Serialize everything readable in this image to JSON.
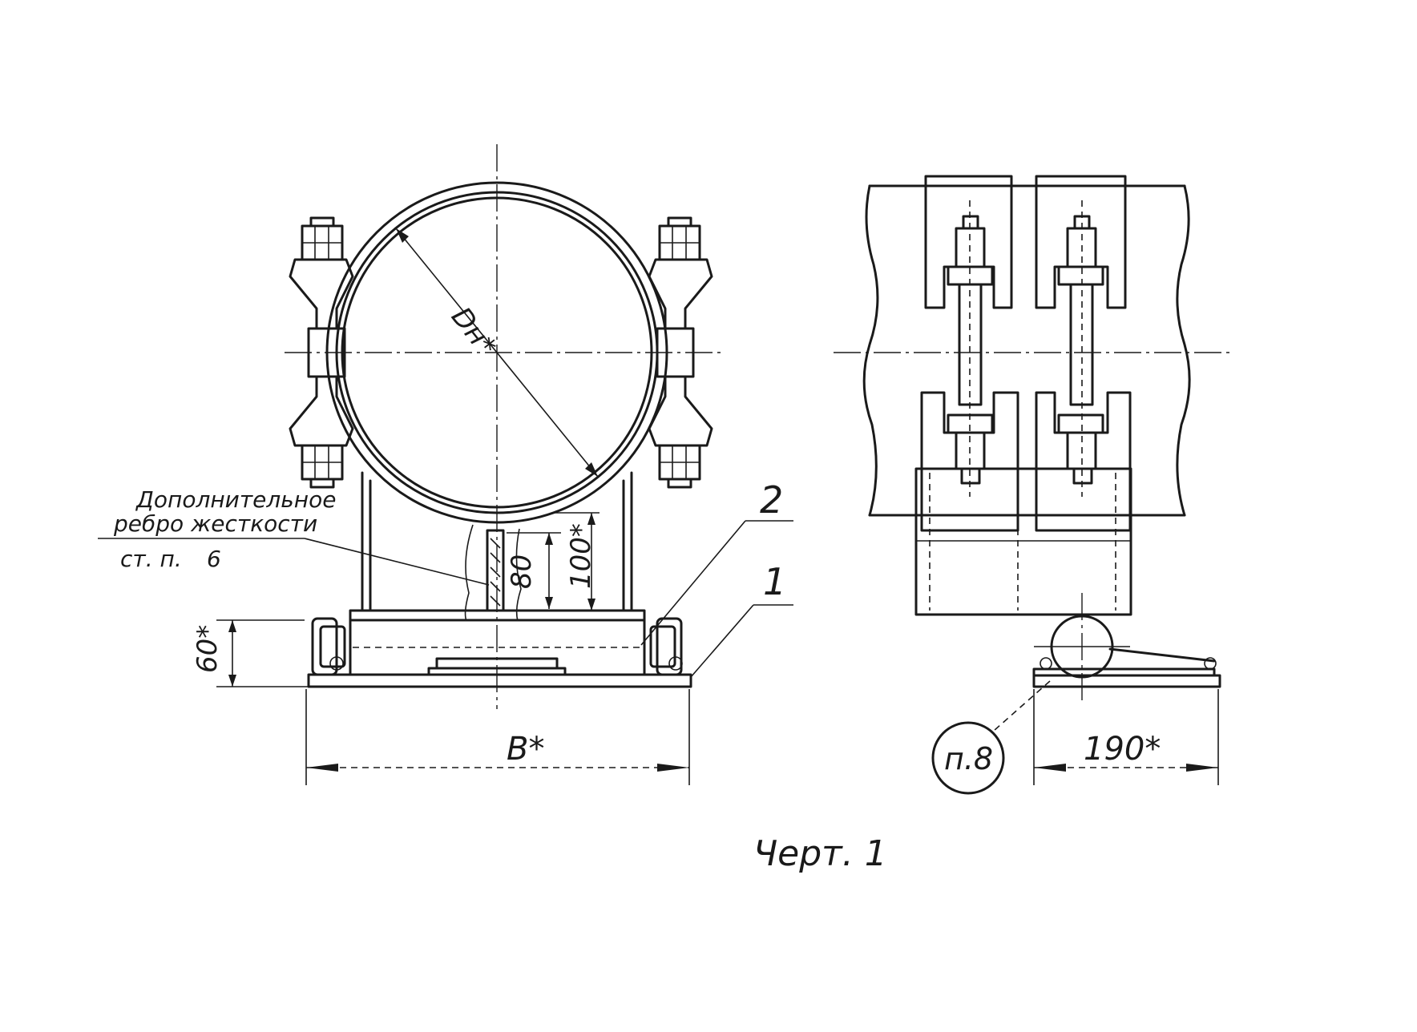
{
  "diagram": {
    "caption": "Черт. 1",
    "front_view": {
      "diameter_label": "Dн*",
      "note_line1": "Дополнительное",
      "note_line2": "ребро жесткости",
      "note_line3": "ст. п.",
      "note_clause": "6",
      "dim_80": "80",
      "dim_100": "100*",
      "dim_60": "60*",
      "dim_width": "B*",
      "callout_1": "1",
      "callout_2": "2"
    },
    "side_view": {
      "dim_width": "190*",
      "ref_circle": "п.8"
    }
  }
}
